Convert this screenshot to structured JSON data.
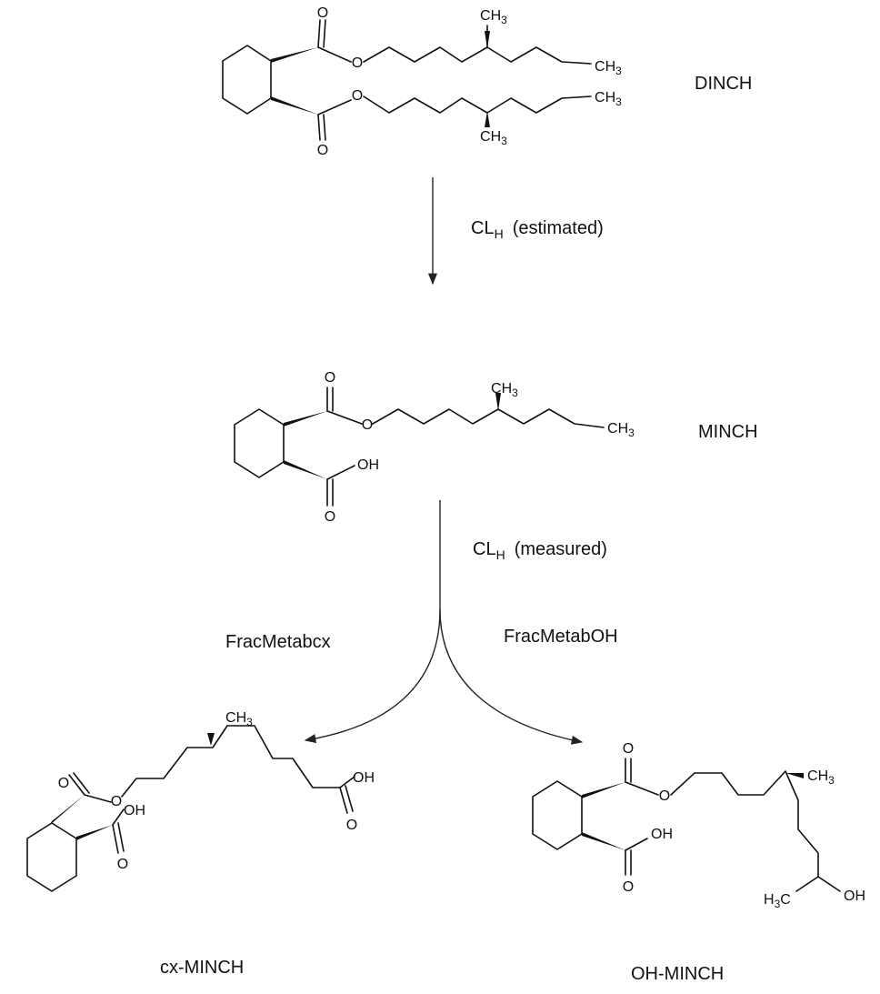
{
  "compounds": {
    "dinch": {
      "name": "DINCH"
    },
    "minch": {
      "name": "MINCH"
    },
    "cx_minch": {
      "name": "cx-MINCH"
    },
    "oh_minch": {
      "name": "OH-MINCH"
    }
  },
  "steps": {
    "step1": {
      "main": "CL",
      "sub": "H",
      "rest": "(estimated)"
    },
    "step2": {
      "main": "CL",
      "sub": "H",
      "rest": "(measured)"
    },
    "branch_left": "FracMetabcx",
    "branch_right": "FracMetabOH"
  },
  "atoms": {
    "O": "O",
    "OH": "OH",
    "C": "C",
    "H": "H",
    "CH": "CH",
    "three": "3"
  }
}
